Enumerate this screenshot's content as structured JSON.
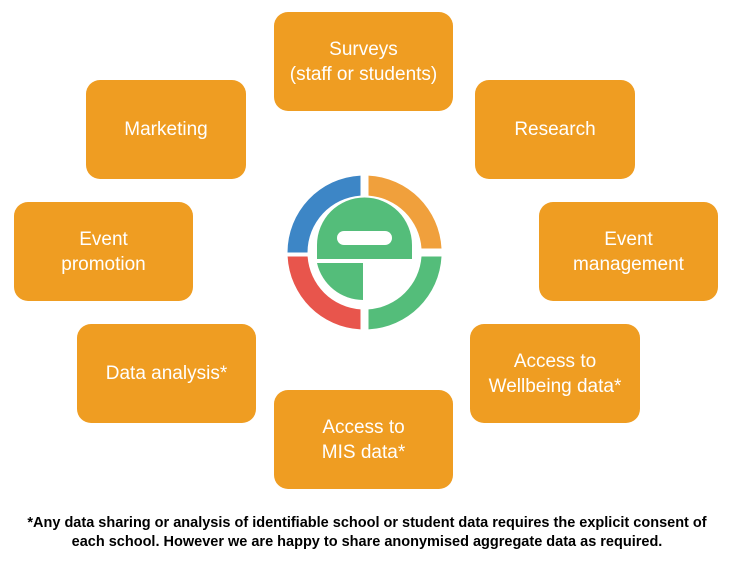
{
  "boxes": {
    "surveys": "Surveys\n(staff or students)",
    "marketing": "Marketing",
    "research": "Research",
    "event_promotion": "Event\npromotion",
    "event_management": "Event\nmanagement",
    "data_analysis": "Data analysis*",
    "wellbeing": "Access to\nWellbeing data*",
    "mis": "Access to\nMIS data*"
  },
  "footnote": "*Any data sharing or analysis of identifiable school or student data requires the explicit consent of each school. However we are happy to share anonymised aggregate data as required.",
  "colors": {
    "box": "#ef9d22",
    "logo_blue": "#3d86c6",
    "logo_orange": "#f0a03c",
    "logo_red": "#e8554c",
    "logo_green": "#54bd7a"
  },
  "icons": {
    "logo": "e-logo-icon"
  }
}
